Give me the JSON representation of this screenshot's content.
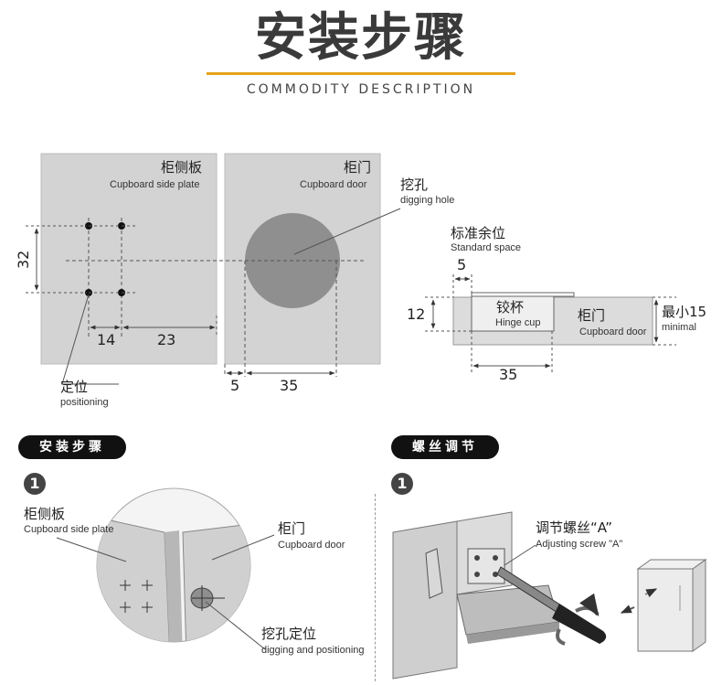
{
  "header": {
    "title": "安装步骤",
    "subtitle": "COMMODITY DESCRIPTION"
  },
  "diagram_top": {
    "side_plate_cn": "柜侧板",
    "side_plate_en": "Cupboard side plate",
    "door_cn": "柜门",
    "door_en": "Cupboard door",
    "hole_cn": "挖孔",
    "hole_en": "digging hole",
    "positioning_cn": "定位",
    "positioning_en": "positioning",
    "dim_32": "32",
    "dim_14": "14",
    "dim_23": "23",
    "dim_5": "5",
    "dim_35": "35"
  },
  "diagram_side": {
    "standard_cn": "标准余位",
    "standard_en": "Standard space",
    "dim_5": "5",
    "dim_12": "12",
    "dim_35": "35",
    "hinge_cup_cn": "铰杯",
    "hinge_cup_en": "Hinge cup",
    "door_cn": "柜门",
    "door_en": "Cupboard door",
    "minimal_cn": "最小15",
    "minimal_en": "minimal"
  },
  "install": {
    "pill": "安装步骤",
    "step": "1",
    "side_plate_cn": "柜侧板",
    "side_plate_en": "Cupboard side plate",
    "door_cn": "柜门",
    "door_en": "Cupboard door",
    "dig_cn": "挖孔定位",
    "dig_en": "digging and positioning"
  },
  "adjust": {
    "pill": "螺丝调节",
    "step": "1",
    "screw_cn": "调节螺丝“A”",
    "screw_en": "Adjusting screw \"A\""
  },
  "colors": {
    "accent": "#e6a21a",
    "panel": "#d3d3d3",
    "hole": "#8f8f8f",
    "pill_bg": "#111111"
  }
}
